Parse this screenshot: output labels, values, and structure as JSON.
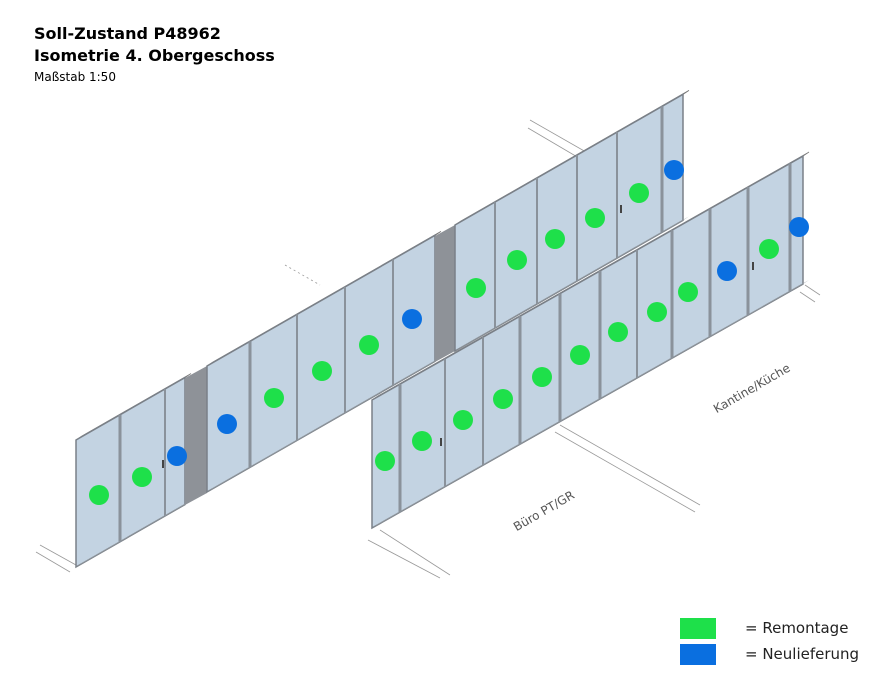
{
  "header": {
    "title": "Soll-Zustand P48962",
    "subtitle": "Isometrie 4. Obergeschoss",
    "scale": "Maßstab 1:50"
  },
  "rooms": [
    "Büro PT/GR",
    "Kantine/Küche"
  ],
  "legend": [
    {
      "label": "= Remontage",
      "color": "#1ee04a",
      "key": "green"
    },
    {
      "label": "= Neulieferung",
      "color": "#0a6fe0",
      "key": "blue"
    }
  ],
  "markers": {
    "green_count": 20,
    "blue_count": 6
  }
}
